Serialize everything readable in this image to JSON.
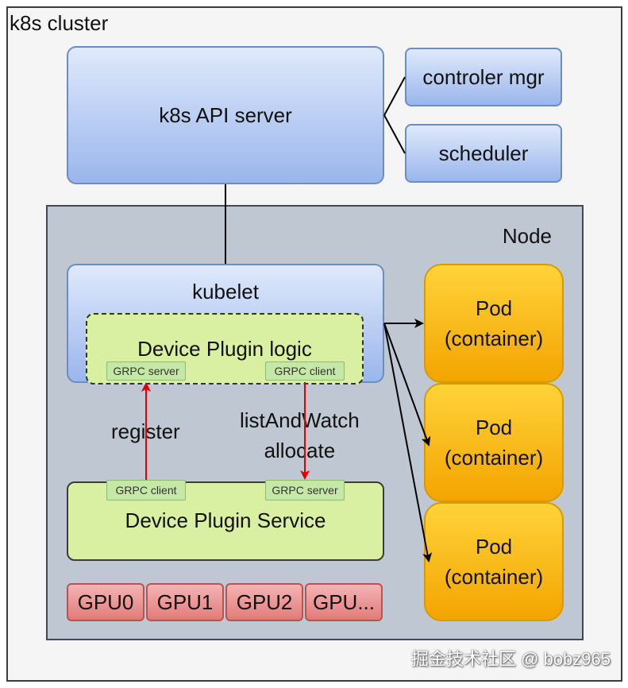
{
  "cluster": {
    "label": "k8s cluster"
  },
  "api_server": {
    "label": "k8s API server"
  },
  "controller_mgr": {
    "label": "controler mgr"
  },
  "scheduler": {
    "label": "scheduler"
  },
  "node": {
    "label": "Node"
  },
  "kubelet": {
    "label": "kubelet"
  },
  "device_plugin_logic": {
    "label": "Device Plugin logic",
    "grpc_server": "GRPC server",
    "grpc_client": "GRPC client"
  },
  "device_plugin_service": {
    "label": "Device Plugin Service",
    "grpc_client": "GRPC client",
    "grpc_server": "GRPC server"
  },
  "edges": {
    "register": "register",
    "list_and_watch": "listAndWatch",
    "allocate": "allocate"
  },
  "gpus": [
    "GPU0",
    "GPU1",
    "GPU2",
    "GPU..."
  ],
  "pods": [
    {
      "line1": "Pod",
      "line2": "(container)"
    },
    {
      "line1": "Pod",
      "line2": "(container)"
    },
    {
      "line1": "Pod",
      "line2": "(container)"
    }
  ],
  "watermark": "掘金技术社区 @ bobz965",
  "colors": {
    "blue_fill": "#9ab6ec",
    "green_fill": "#d9f0a3",
    "gpu_fill": "#e27a7a",
    "pod_fill": "#ffd33a",
    "arrow_red": "#e00000",
    "node_fill": "#bfc8d2"
  }
}
